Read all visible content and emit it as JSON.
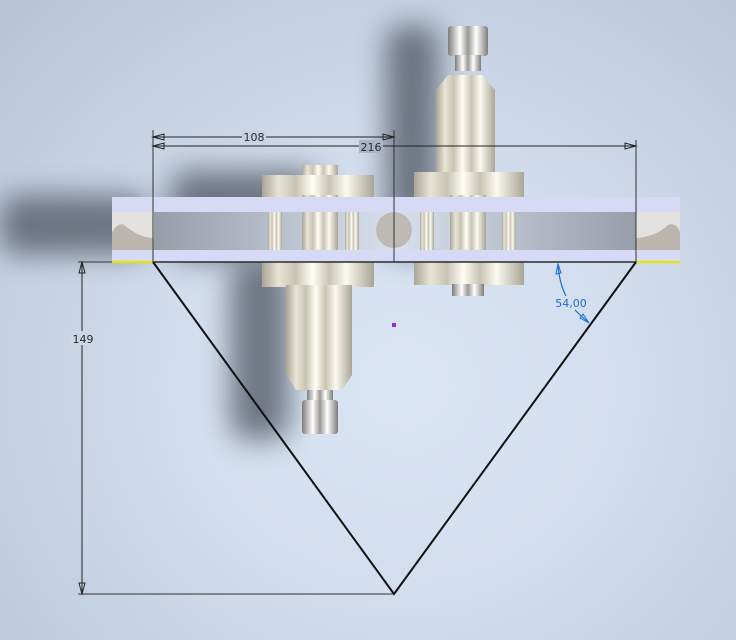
{
  "viewport": {
    "background_top": "#b6c4d6",
    "background_center": "#dbe6f5"
  },
  "dimensions": {
    "horizontal_half": {
      "value": "108"
    },
    "horizontal_full": {
      "value": "216"
    },
    "vertical_height": {
      "value": "149"
    },
    "angle": {
      "value": "54,00",
      "color": "#1a6fd0"
    }
  },
  "sketch": {
    "line_color": "#111111",
    "constraint_color": "#e6e21a",
    "center_point_color": "#8a2be2"
  },
  "model": {
    "plate_color": "#d6daf5",
    "metal_color": "#d8d4c6",
    "components": [
      "upper-standoff-assembly",
      "lower-standoff-assembly",
      "clamp-plate"
    ]
  }
}
